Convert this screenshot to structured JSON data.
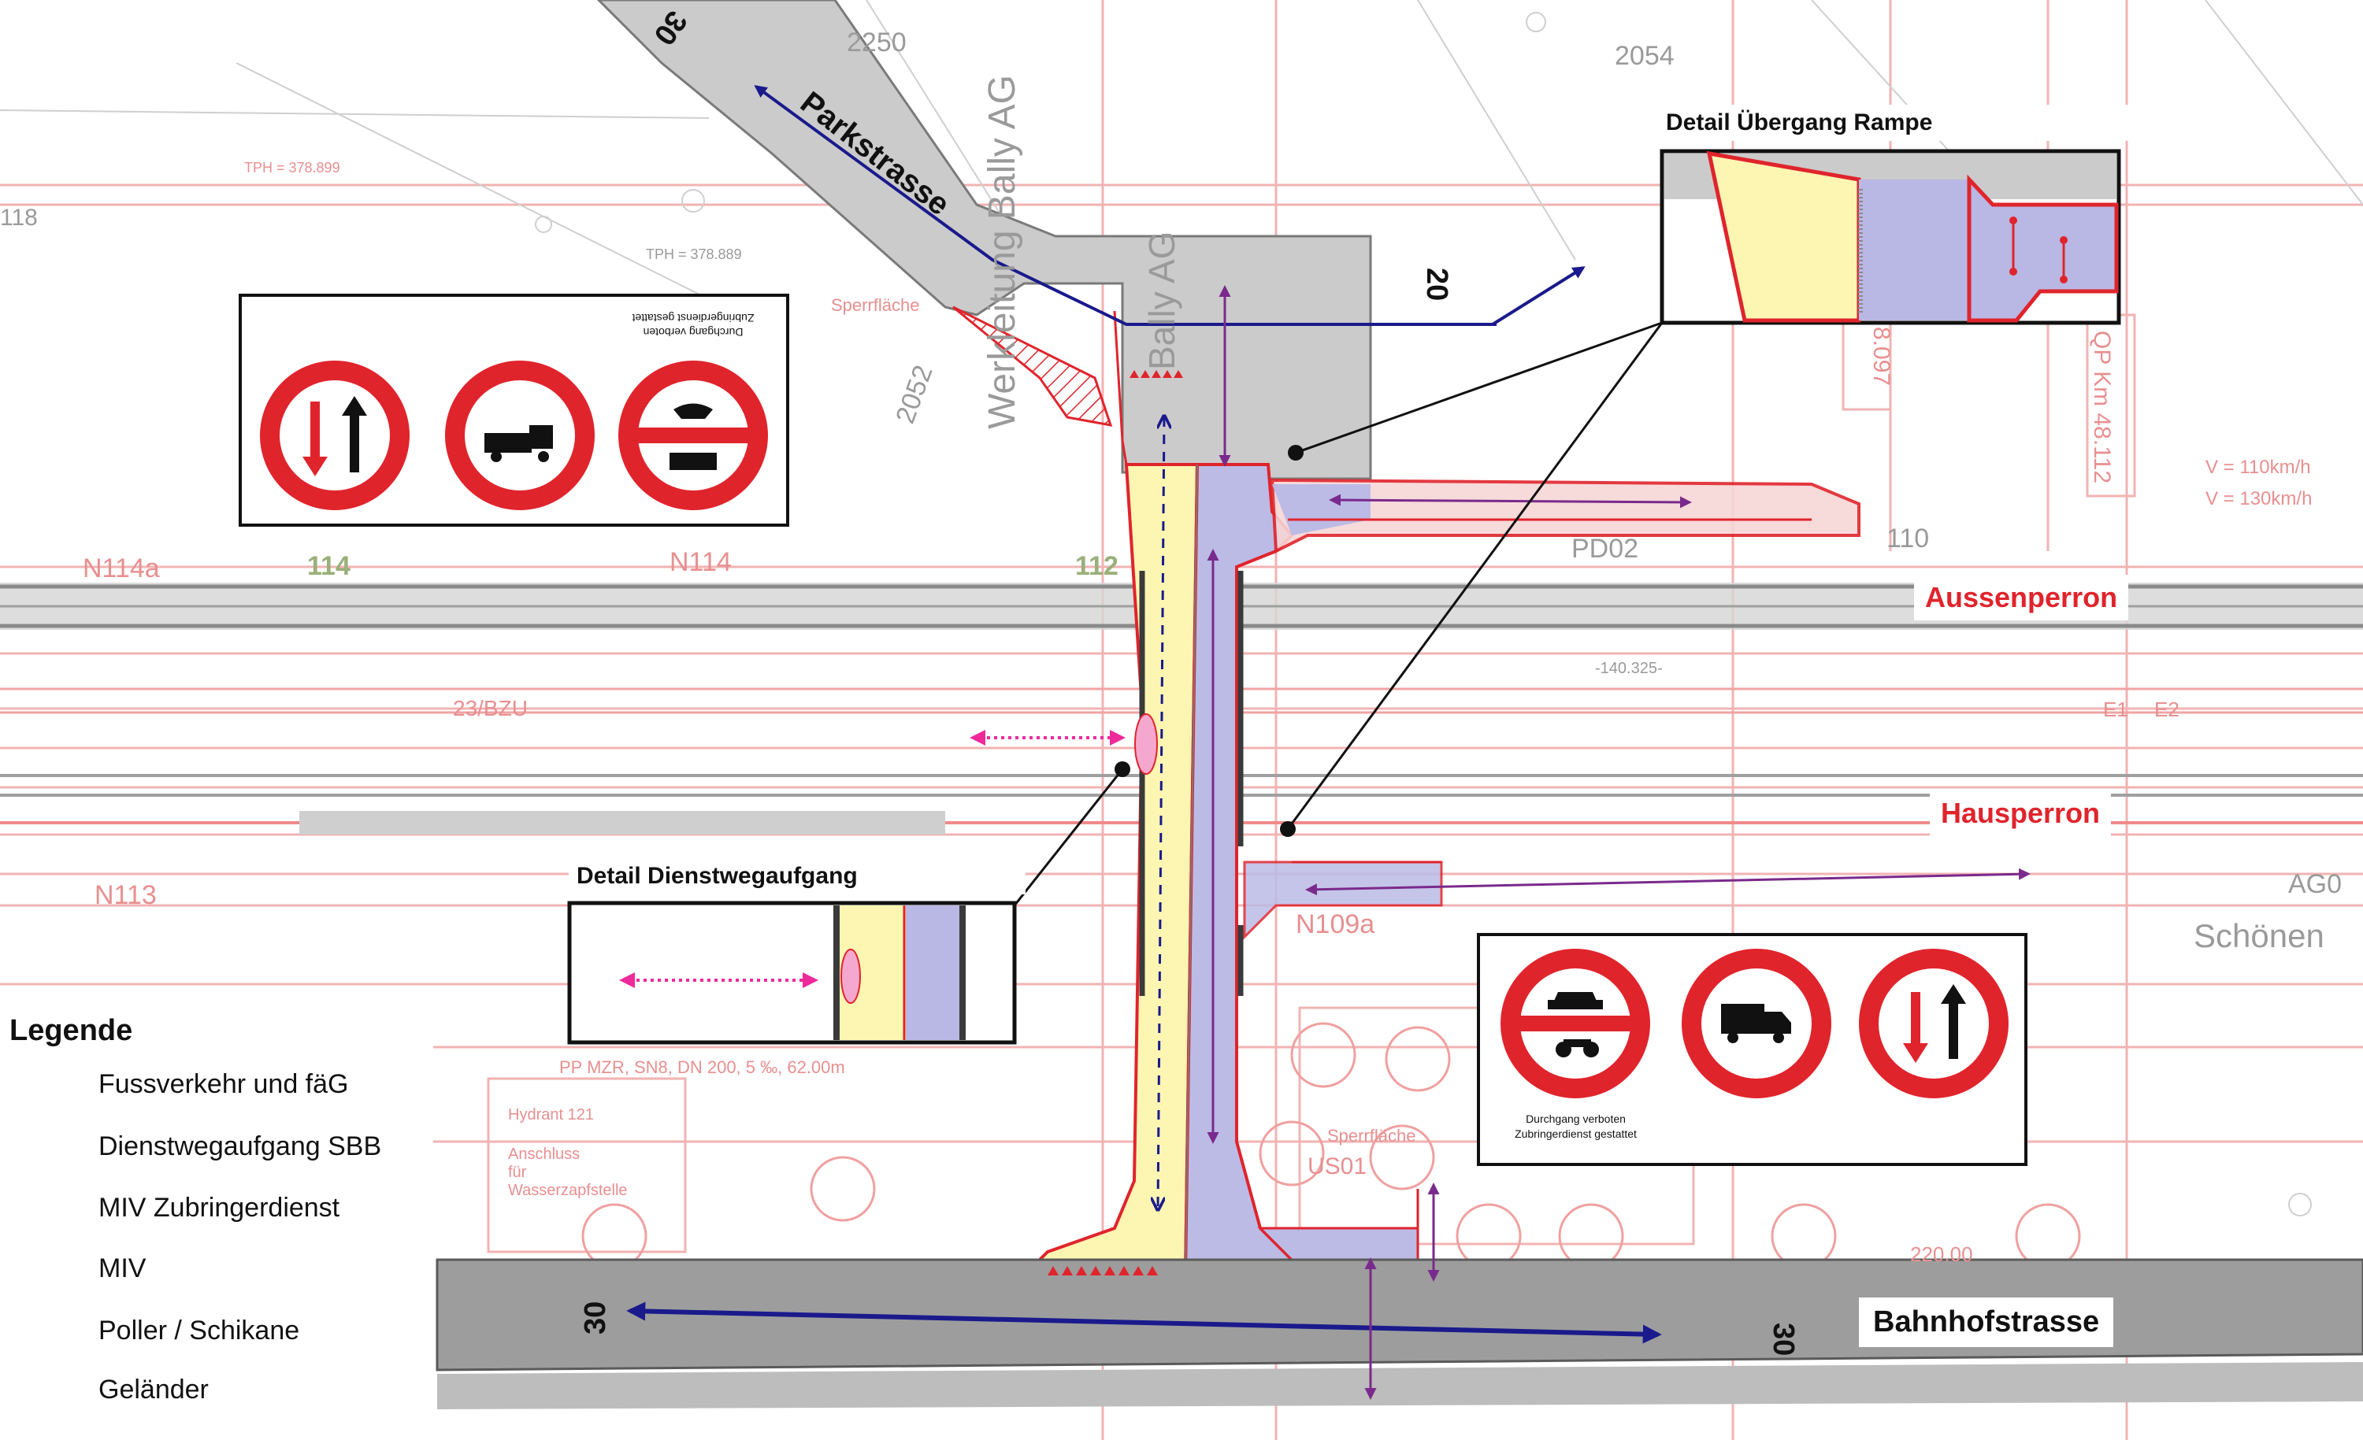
{
  "map": {
    "bg_numbers": [
      "2250",
      "2054",
      "2052",
      "114",
      "112",
      "110",
      "118",
      "N114a",
      "N114",
      "N113",
      "N109a",
      "PD02",
      "23/BZU",
      "US01",
      "AG0",
      "Schönen"
    ],
    "bg_texts": [
      "Werkleitung Bally AG",
      "Bally AG",
      "Sperrfläche",
      "Hydrant 121",
      "Anschluss für Wasserzapfstelle",
      "PP MZR, SN8, DN 200, 5 ‰, 62.00m",
      "TPH = 378.899",
      "TPH = 378.889",
      "V = 110km/h",
      "V = 130km/h",
      "QP Km 48.112",
      "8.097",
      "-140.325-",
      "E1",
      "E2",
      "220.00"
    ]
  },
  "streets": {
    "parkstrasse": "Parkstrasse",
    "bahnhofstrasse": "Bahnhofstrasse",
    "speed_parkstrasse": "30",
    "speed_side": "20",
    "speed_bahnhof_left": "30",
    "speed_bahnhof_right": "30"
  },
  "platforms": {
    "aussenperron": "Aussenperron",
    "hausperron": "Hausperron"
  },
  "details": {
    "uebergang_rampe": "Detail Übergang Rampe",
    "dienstwegaufgang": "Detail Dienstwegaufgang"
  },
  "signs": {
    "top_caption": "Durchgang verboten Zubringerdienst gestattet",
    "bottom_caption_line1": "Durchgang verboten",
    "bottom_caption_line2": "Zubringerdienst gestattet"
  },
  "legend": {
    "title": "Legende",
    "items": [
      {
        "label": "Fussverkehr und fäG",
        "color": "#7a2a8c",
        "style": "double-arrow"
      },
      {
        "label": "Dienstwegaufgang SBB",
        "color": "#ee2a9a",
        "style": "dotted-double-arrow"
      },
      {
        "label": "MIV Zubringerdienst",
        "color": "#1a1a8c",
        "style": "dashed-double-arrow"
      },
      {
        "label": "MIV",
        "color": "#1a1a8c",
        "style": "bold-double-arrow"
      },
      {
        "label": "Poller / Schikane",
        "color": "#e0242c",
        "style": "dot"
      },
      {
        "label": "Geländer",
        "color": "#e0242c",
        "style": "line"
      }
    ]
  },
  "colors": {
    "pedestrian": "#7a2a8c",
    "service": "#ee2a9a",
    "miv": "#1a1a8c",
    "barrier": "#e0242c",
    "ramp_yellow": "#fdf6b3",
    "ramp_blue": "#b9b7e4",
    "road_gray": "#9d9d9d",
    "plan_pink": "#f3b5b5"
  }
}
